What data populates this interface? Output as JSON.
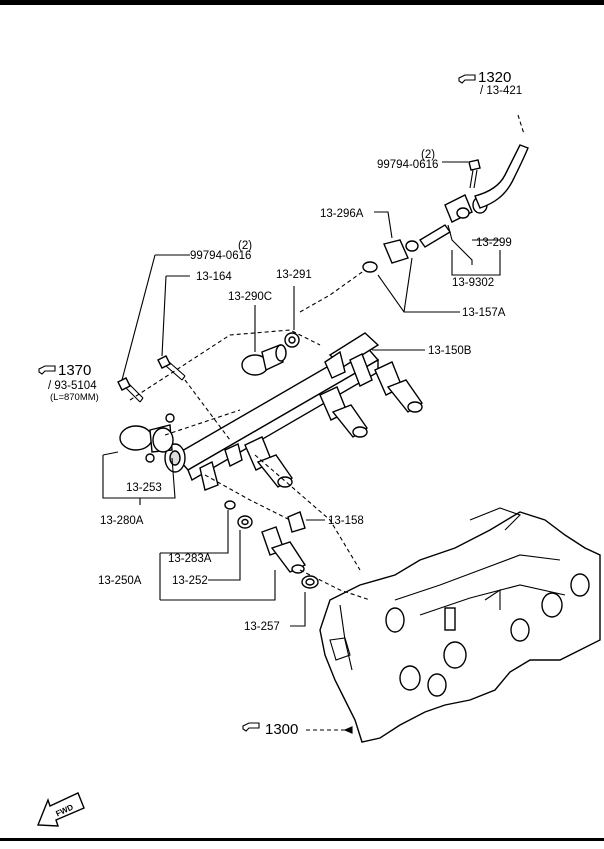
{
  "labels": {
    "ref_1320": "1320",
    "ref_13_421": "/ 13-421",
    "qty_2_top": "(2)",
    "p_99794_0616_top": "99794-0616",
    "p_13_296A": "13-296A",
    "p_13_299": "13-299",
    "p_13_9302": "13-9302",
    "qty_2_left": "(2)",
    "p_99794_0616_left": "99794-0616",
    "p_13_164": "13-164",
    "p_13_291": "13-291",
    "p_13_290C": "13-290C",
    "p_13_157A": "13-157A",
    "p_13_150B": "13-150B",
    "ref_1370": "1370",
    "ref_93_5104": "/ 93-5104",
    "note_l870": "(L=870MM)",
    "p_13_253": "13-253",
    "p_13_280A": "13-280A",
    "p_13_158": "13-158",
    "p_13_283A": "13-283A",
    "p_13_250A": "13-250A",
    "p_13_252": "13-252",
    "p_13_257": "13-257",
    "ref_1300": "1300",
    "fwd": "FWD"
  },
  "icons": {
    "reference_pointer": "hand-pointer-icon",
    "forward_arrow": "fwd-arrow-icon"
  }
}
